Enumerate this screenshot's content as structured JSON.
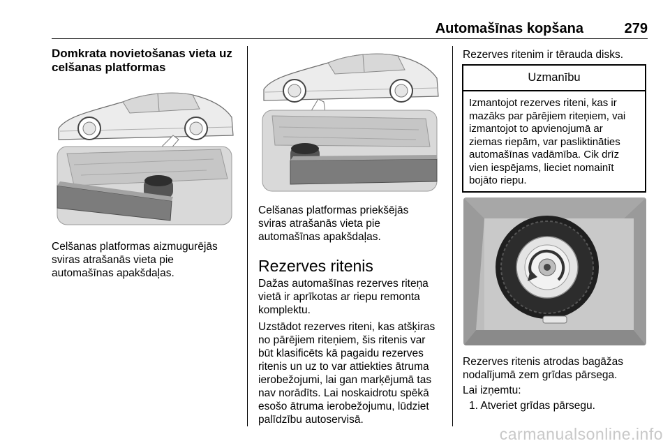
{
  "header": {
    "title": "Automašīnas kopšana",
    "page_number": "279"
  },
  "col1": {
    "heading": [
      "Domkrata novietošanas vieta uz",
      "celšanas platformas"
    ],
    "caption": [
      "Celšanas platformas aizmugurējās",
      "sviras atrašanās vieta pie",
      "automašīnas apakšdaļas."
    ]
  },
  "col2": {
    "caption": [
      "Celšanas platformas priekšējās",
      "sviras atrašanās vieta pie",
      "automašīnas apakšdaļas."
    ],
    "section_title": "Rezerves ritenis",
    "para1": [
      "Dažas automašīnas rezerves riteņa",
      "vietā ir aprīkotas ar riepu remonta",
      "komplektu."
    ],
    "para2": [
      "Uzstādot rezerves riteni, kas atšķiras",
      "no pārējiem riteņiem, šis ritenis var",
      "būt klasificēts kā pagaidu rezerves",
      "ritenis un uz to var attiekties ātruma",
      "ierobežojumi, lai gan marķējumā tas",
      "nav norādīts. Lai noskaidrotu spēkā",
      "esošo ātruma ierobežojumu, lūdziet",
      "palīdzību autoservisā."
    ]
  },
  "col3": {
    "intro": "Rezerves ritenim ir tērauda disks.",
    "caution": {
      "title": "Uzmanību",
      "lines": [
        "Izmantojot rezerves riteni, kas ir",
        "mazāks par pārējiem riteņiem, vai",
        "izmantojot to apvienojumā ar",
        "ziemas riepām, var pasliktināties",
        "automašīnas vadāmība. Cik drīz",
        "vien iespējams, lieciet nomainīt",
        "bojāto riepu."
      ]
    },
    "caption": [
      "Rezerves ritenis atrodas bagāžas",
      "nodalījumā zem grīdas pārsega."
    ],
    "lead": "Lai izņemtu:",
    "steps": [
      "1. Atveriet grīdas pārsegu."
    ]
  },
  "watermark": "carmanualsonline.info"
}
